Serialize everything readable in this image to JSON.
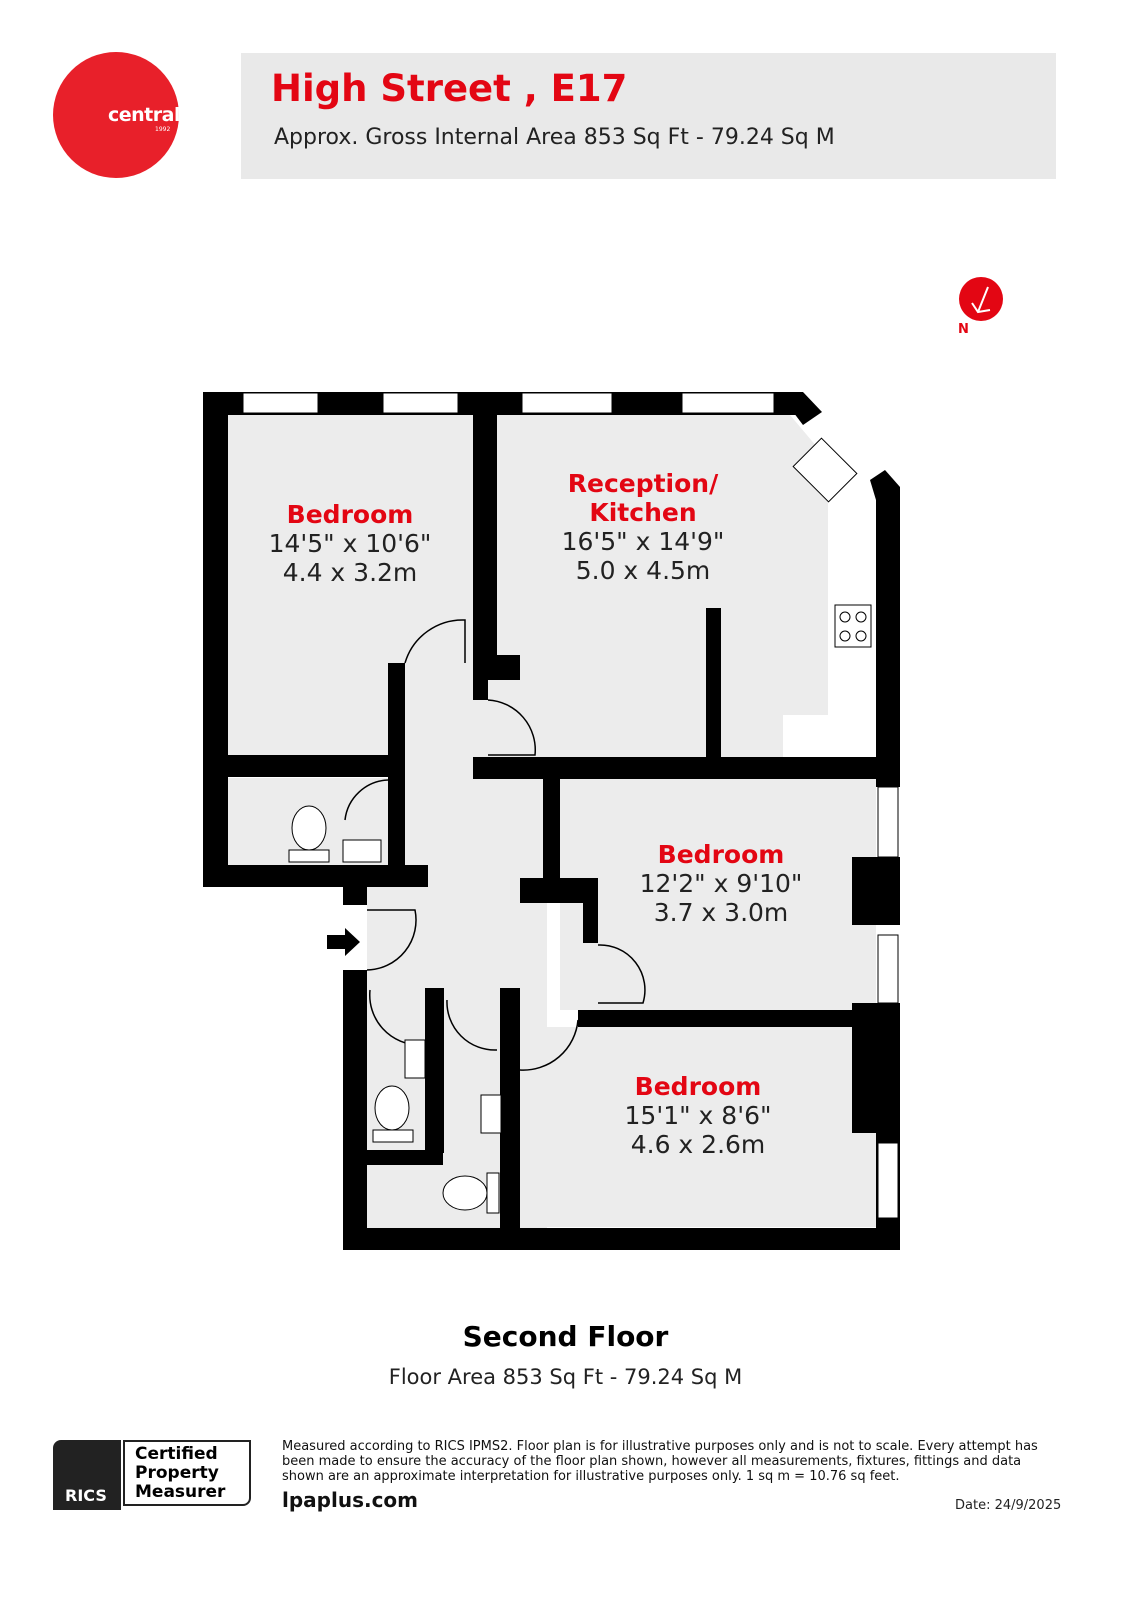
{
  "brand": {
    "logo_text": "central",
    "logo_year": "1992",
    "color": "#e8202a"
  },
  "header": {
    "title": "High Street , E17",
    "subtitle": "Approx. Gross Internal Area 853 Sq Ft - 79.24 Sq M"
  },
  "compass": {
    "label": "N"
  },
  "rooms": [
    {
      "name": "Bedroom",
      "imperial": "14'5\" x 10'6\"",
      "metric": "4.4 x 3.2m"
    },
    {
      "name": "Reception/\nKitchen",
      "imperial": "16'5\" x 14'9\"",
      "metric": "5.0 x 4.5m"
    },
    {
      "name": "Bedroom",
      "imperial": "12'2\" x 9'10\"",
      "metric": "3.7 x 3.0m"
    },
    {
      "name": "Bedroom",
      "imperial": "15'1\" x 8'6\"",
      "metric": "4.6 x 2.6m"
    }
  ],
  "floor": {
    "name": "Second Floor",
    "area": "Floor Area 853 Sq Ft - 79.24 Sq M"
  },
  "footer": {
    "rics_mark": "RICS",
    "certified": "Certified",
    "property": "Property",
    "measurer": "Measurer",
    "disclaimer": "Measured according to RICS IPMS2. Floor plan is for illustrative purposes only and is not to scale. Every attempt has been made to ensure the accuracy of the floor plan shown, however all measurements, fixtures, fittings and data shown are an approximate interpretation for illustrative purposes only. 1 sq m = 10.76 sq feet.",
    "website": "lpaplus.com",
    "date": "Date: 24/9/2025"
  }
}
